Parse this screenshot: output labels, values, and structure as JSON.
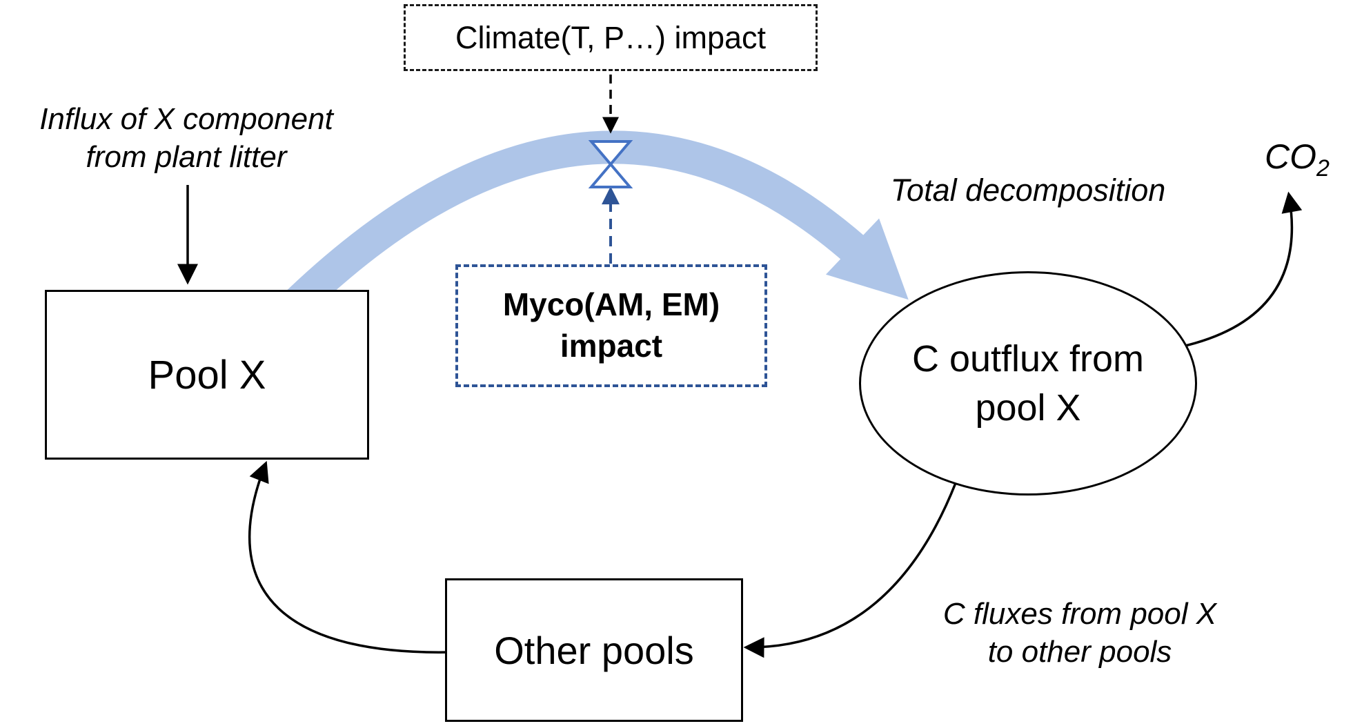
{
  "diagram": {
    "climate_box": {
      "label": "Climate(T, P…) impact"
    },
    "influx_label": {
      "line1": "Influx of X component",
      "line2": "from plant litter"
    },
    "pool_x_box": {
      "label": "Pool X"
    },
    "myco_box": {
      "line1": "Myco(AM, EM)",
      "line2": "impact"
    },
    "total_decomposition_label": "Total decomposition",
    "co2_label": {
      "base": "CO",
      "subscript": "2"
    },
    "outflux_ellipse": {
      "line1": "C outflux from",
      "line2": "pool X"
    },
    "other_pools_box": {
      "label": "Other pools"
    },
    "c_fluxes_label": {
      "line1": "C fluxes from pool X",
      "line2": "to other pools"
    },
    "colors": {
      "flux_arrow_light_blue": "#AEC5E8",
      "myco_border_blue": "#2E5496",
      "valve_blue": "#4472C4",
      "line_black": "#000000",
      "background": "#FFFFFF"
    }
  }
}
